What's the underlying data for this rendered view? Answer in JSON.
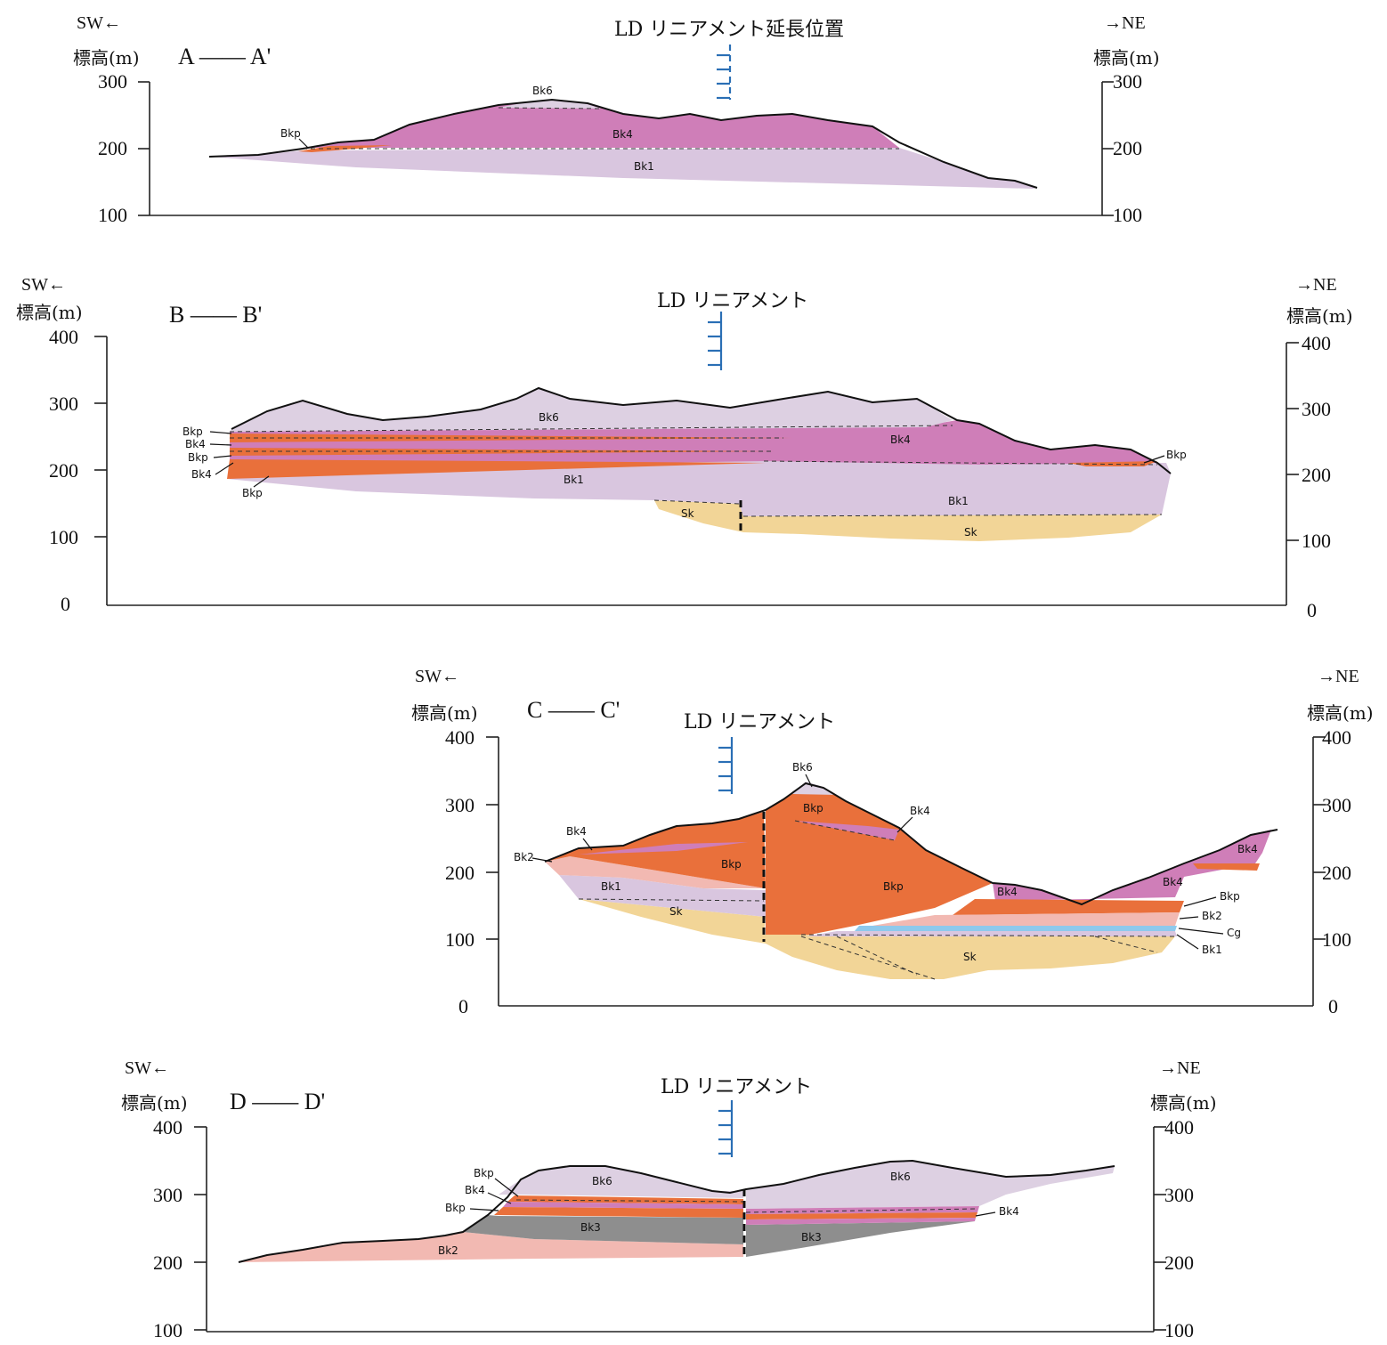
{
  "colors": {
    "Bk6": "#ddd0e2",
    "Bk4": "#cf7eb8",
    "Bkp": "#e9703b",
    "Bk1": "#d9c6df",
    "Bk2": "#f2b9b2",
    "Bk3": "#8e8e8e",
    "Sk": "#f2d597",
    "Cg": "#8ec9ec",
    "lineament": "#2a6fb5"
  },
  "sections": [
    {
      "id": "A",
      "title": "A —— A'",
      "sw_label": "SW←",
      "ne_label": "→NE",
      "elev_label_left": "標高(m)",
      "elev_label_right": "標高(m)",
      "lineament_label": "LD リニアメント延長位置",
      "left_ticks": [
        "300",
        "200",
        "100"
      ],
      "right_ticks": [
        "300",
        "200",
        "100"
      ],
      "units": [
        "Bk6",
        "Bkp",
        "Bk4",
        "Bk1"
      ]
    },
    {
      "id": "B",
      "title": "B —— B'",
      "sw_label": "SW←",
      "ne_label": "→NE",
      "elev_label_left": "標高(m)",
      "elev_label_right": "標高(m)",
      "lineament_label": "LD リニアメント",
      "left_ticks": [
        "400",
        "300",
        "200",
        "100",
        "0"
      ],
      "right_ticks": [
        "400",
        "300",
        "200",
        "100",
        "0"
      ],
      "units": [
        "Bk6",
        "Bkp",
        "Bk4",
        "Bkp",
        "Bk4",
        "Bkp",
        "Bk4",
        "Bk1",
        "Bk1",
        "Bkp",
        "Sk",
        "Sk"
      ]
    },
    {
      "id": "C",
      "title": "C —— C'",
      "sw_label": "SW←",
      "ne_label": "→NE",
      "elev_label_left": "標高(m)",
      "elev_label_right": "標高(m)",
      "lineament_label": "LD リニアメント",
      "left_ticks": [
        "400",
        "300",
        "200",
        "100",
        "0"
      ],
      "right_ticks": [
        "400",
        "300",
        "200",
        "100",
        "0"
      ],
      "units": [
        "Bk6",
        "Bkp",
        "Bk4",
        "Bk4",
        "Bk2",
        "Bkp",
        "Bk1",
        "Sk",
        "Bkp",
        "Bk4",
        "Bk4",
        "Bk4",
        "Bkp",
        "Bk2",
        "Cg",
        "Bk1",
        "Sk"
      ]
    },
    {
      "id": "D",
      "title": "D —— D'",
      "sw_label": "SW←",
      "ne_label": "→NE",
      "elev_label_left": "標高(m)",
      "elev_label_right": "標高(m)",
      "lineament_label": "LD リニアメント",
      "left_ticks": [
        "400",
        "300",
        "200",
        "100"
      ],
      "right_ticks": [
        "400",
        "300",
        "200",
        "100"
      ],
      "units": [
        "Bkp",
        "Bk4",
        "Bkp",
        "Bk6",
        "Bk6",
        "Bk4",
        "Bk3",
        "Bk3",
        "Bk2"
      ]
    }
  ]
}
